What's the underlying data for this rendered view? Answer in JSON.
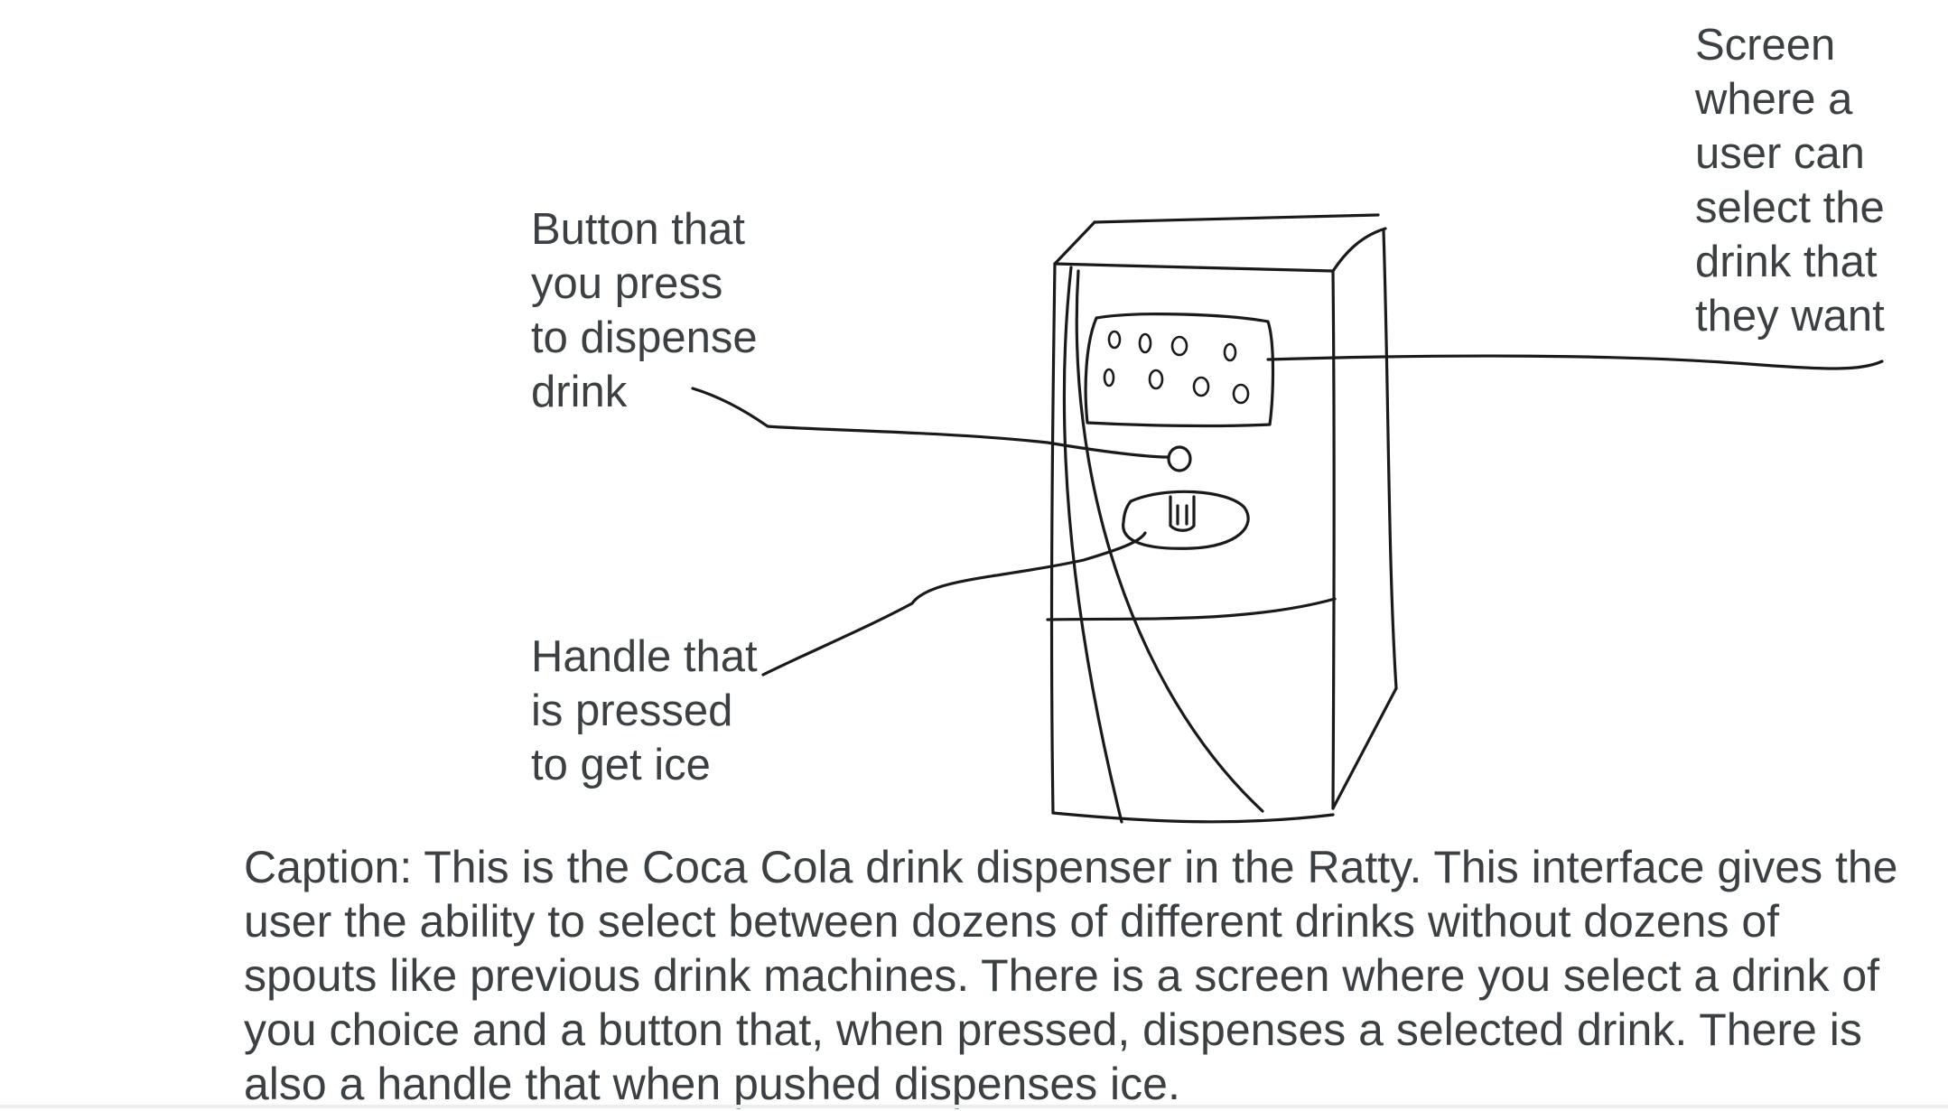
{
  "annotations": {
    "button": [
      "Button that",
      "you press",
      "to dispense",
      "drink"
    ],
    "handle": [
      "Handle that",
      "is pressed",
      "to get ice"
    ],
    "screen": [
      "Screen",
      "where a",
      "user can",
      "select the",
      "drink that",
      "they want"
    ]
  },
  "caption": "Caption: This is the Coca Cola drink dispenser in the Ratty. This interface gives the user the ability to select between dozens of different drinks without dozens of spouts like previous drink machines. There is a screen where you select a drink of you choice and a button that, when pressed, dispenses a selected drink. There is also a handle that when pushed dispenses ice.",
  "colors": {
    "ink": "#1a1a1a",
    "text": "#3c4043",
    "background": "#ffffff"
  }
}
